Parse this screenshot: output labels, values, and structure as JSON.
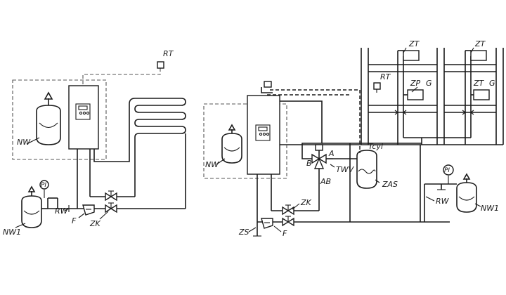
{
  "left_scheme": {
    "labels": {
      "rt": "RT",
      "nw": "NW",
      "nw1": "NW1",
      "pi": "PI",
      "rw": "RW",
      "f": "F",
      "zk": "ZK"
    }
  },
  "right_scheme": {
    "labels": {
      "zt_left": "ZT",
      "zt_right": "ZT",
      "zt_lower": "ZT",
      "rt": "RT",
      "zp": "ZP",
      "g_left": "G",
      "g_right": "G",
      "tcyl": "Tcyl",
      "b": "B",
      "a": "A",
      "ab": "AB",
      "twv": "TWV",
      "zas": "ZAS",
      "nw": "NW",
      "nw1": "NW1",
      "pi": "PI",
      "rw": "RW",
      "zk": "ZK",
      "zs": "ZS",
      "f": "F"
    }
  }
}
